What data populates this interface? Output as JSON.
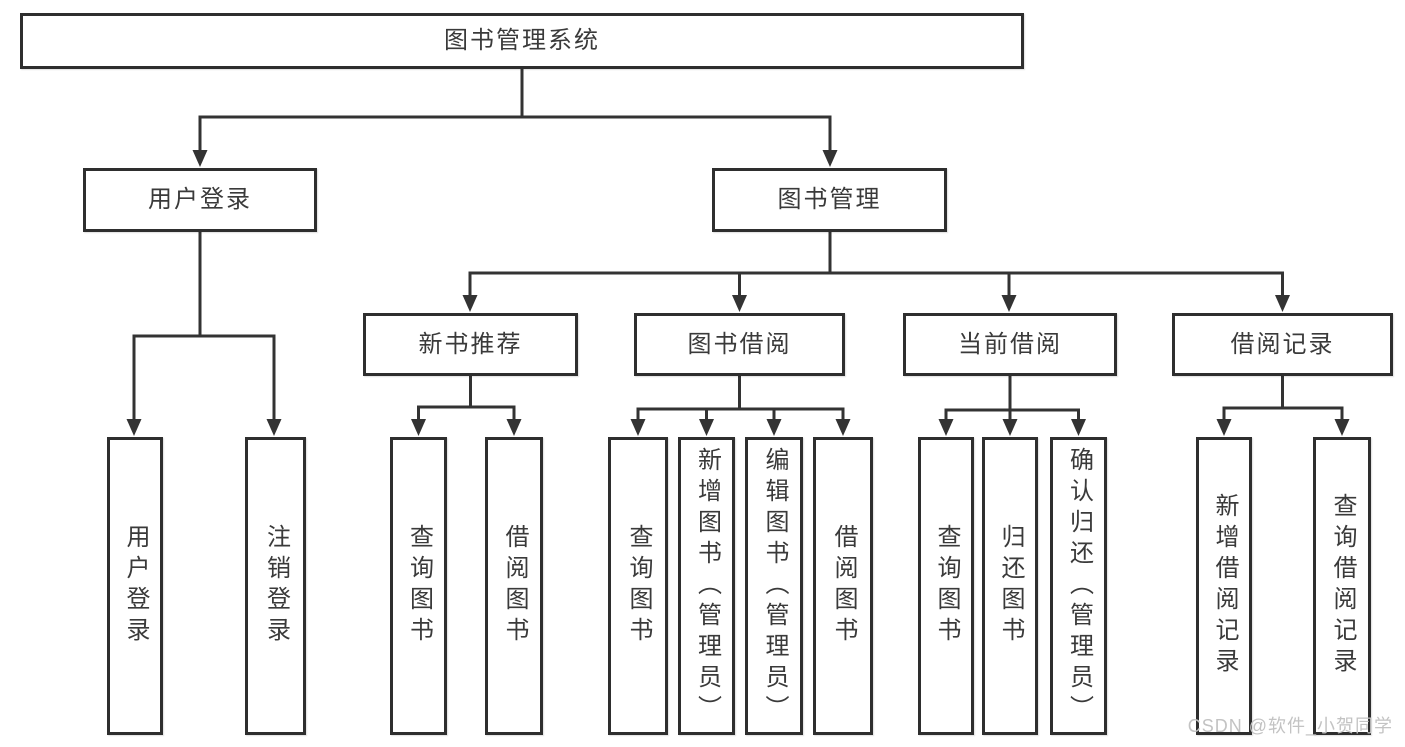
{
  "diagram": {
    "title": "图书管理系统",
    "root": {
      "label": "图书管理系统"
    },
    "level2": [
      {
        "label": "用户登录"
      },
      {
        "label": "图书管理"
      }
    ],
    "level3": [
      {
        "label": "新书推荐"
      },
      {
        "label": "图书借阅"
      },
      {
        "label": "当前借阅"
      },
      {
        "label": "借阅记录"
      }
    ],
    "leaves": {
      "user_login": [
        {
          "label": "用户登录"
        },
        {
          "label": "注销登录"
        }
      ],
      "new_book": [
        {
          "label": "查询图书"
        },
        {
          "label": "借阅图书"
        }
      ],
      "book_borrow": [
        {
          "label": "查询图书"
        },
        {
          "label": "新增图书（管理员）"
        },
        {
          "label": "编辑图书（管理员）"
        },
        {
          "label": "借阅图书"
        }
      ],
      "current_borrow": [
        {
          "label": "查询图书"
        },
        {
          "label": "归还图书"
        },
        {
          "label": "确认归还（管理员）"
        }
      ],
      "borrow_record": [
        {
          "label": "新增借阅记录"
        },
        {
          "label": "查询借阅记录"
        }
      ]
    }
  },
  "watermark": "CSDN @软件_小贺同学",
  "colors": {
    "line": "#333333",
    "border": "#2e2e2e",
    "text": "#3a3a3a",
    "watermark": "#c3c3c3",
    "background": "#ffffff"
  }
}
